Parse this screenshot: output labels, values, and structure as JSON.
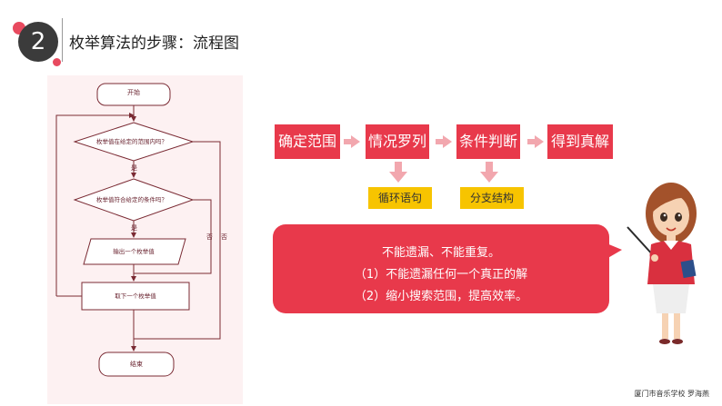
{
  "header": {
    "number": "2",
    "title": "枚举算法的步骤：流程图"
  },
  "flowchart": {
    "start": "开始",
    "decision1": "枚举值在给定的范围内吗？",
    "decision2": "枚举值符合给定的条件吗？",
    "yes1": "是",
    "yes2": "是",
    "no1": "否",
    "no2": "否",
    "output": "输出一个枚举值",
    "next": "取下一个枚举值",
    "end": "结束"
  },
  "process": {
    "steps": [
      "确定范围",
      "情况罗列",
      "条件判断",
      "得到真解"
    ],
    "loop_label": "循环语句",
    "branch_label": "分支结构"
  },
  "bubble": {
    "line1": "不能遗漏、不能重复。",
    "line2": "（1）不能遗漏任何一个真正的解",
    "line3": "（2）缩小搜索范围，提高效率。"
  },
  "footer": "厦门市音乐学校  罗海燕",
  "colors": {
    "accent": "#e8394b",
    "arrow": "#f2a7ae",
    "highlight": "#f7c400",
    "badge": "#3b3b3b"
  }
}
